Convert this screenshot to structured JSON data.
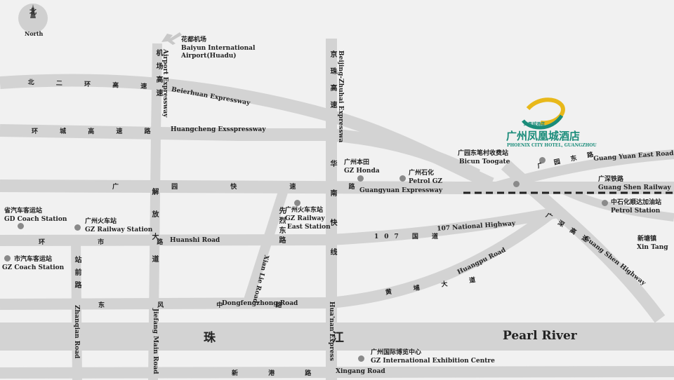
{
  "compass": {
    "cn": "北",
    "en": "North"
  },
  "airport": {
    "cn": "花都机场",
    "en1": "Baiyun International",
    "en2": "Airport(Huadu)"
  },
  "hotel": {
    "cn": "广州凤凰城酒店",
    "en": "PHOENIX CITY HOTEL, GUANGZHOU",
    "logo_small": "凤凰城酒店",
    "brand_color": "#1a8c7a"
  },
  "roads": {
    "beierhuan_cn": "北 二 环 高 速",
    "beierhuan_en": "Beierhuan Expressway",
    "huangcheng_cn": "环 城 高 速 路",
    "huangcheng_en": "Huangcheng Exsspressway",
    "guangyuan_cn": "广 园 快 速 路",
    "guangyuan_en": "Guangyuan Expressway",
    "huanshi_cn": "环 市 路",
    "huanshi_en": "Huanshi Road",
    "national107_cn": "107 国 道",
    "national107_en": "107 National Highway",
    "huangpu_cn": "黄 埔 大 道",
    "huangpu_en": "Huangpu Road",
    "dongfeng_cn": "东 风 中 路",
    "dongfeng_en": "Dongfengzhong Road",
    "xingang_cn": "新 港 路",
    "xingang_en": "Xingang Road",
    "airport_exp_cn": "机场高速",
    "airport_exp_en": "Airport Expressway",
    "jiefang_cn": "解放大道",
    "jiefang_en": "Jiefang Main Road",
    "jingzhu_cn": "京珠高速",
    "jingzhu_en": "Beijing-Zhuhai Expresswa",
    "huanan_cn": "华南快线",
    "huanan_en": "Hua'nan Express",
    "xianlie_cn": "先烈东路",
    "xianlie_en": "Xian Lie Road",
    "zhanqian_cn": "站前路",
    "zhanqian_en": "Zhanqian Road",
    "guangyuan_east_cn": "广 园 东 路",
    "guangyuan_east_en": "Guang Yuan East Road",
    "guangshen_hwy_cn": "广 深 高 速",
    "guangshen_hwy_en": "Guang Shen Highway"
  },
  "river": {
    "cn": "珠 江",
    "en": "Pearl River"
  },
  "places": {
    "honda_cn": "广州本田",
    "honda_en": "GZ Honda",
    "petrol_gz_cn": "广州石化",
    "petrol_gz_en": "Petrol GZ",
    "bicun_cn": "广园东笔村收费站",
    "bicun_en": "Bicun Toogate",
    "gd_coach_cn": "省汽车客运站",
    "gd_coach_en": "GD Coach Station",
    "gz_rail_cn": "广州火车站",
    "gz_rail_en": "GZ Railway Station",
    "gz_coach_cn": "市汽车客运站",
    "gz_coach_en": "GZ Coach Station",
    "east_rail_cn": "广州火车东站",
    "east_rail_en1": "GZ Railway",
    "east_rail_en2": "East Station",
    "railway_cn": "广深铁路",
    "railway_en": "Guang Shen Railway",
    "sinopec_cn": "中石化顺达加油站",
    "sinopec_en": "Petrol Station",
    "xintang_cn": "新塘镇",
    "xintang_en": "Xin Tang",
    "expo_cn": "广州国际博览中心",
    "expo_en": "GZ International Exhibition Centre"
  }
}
